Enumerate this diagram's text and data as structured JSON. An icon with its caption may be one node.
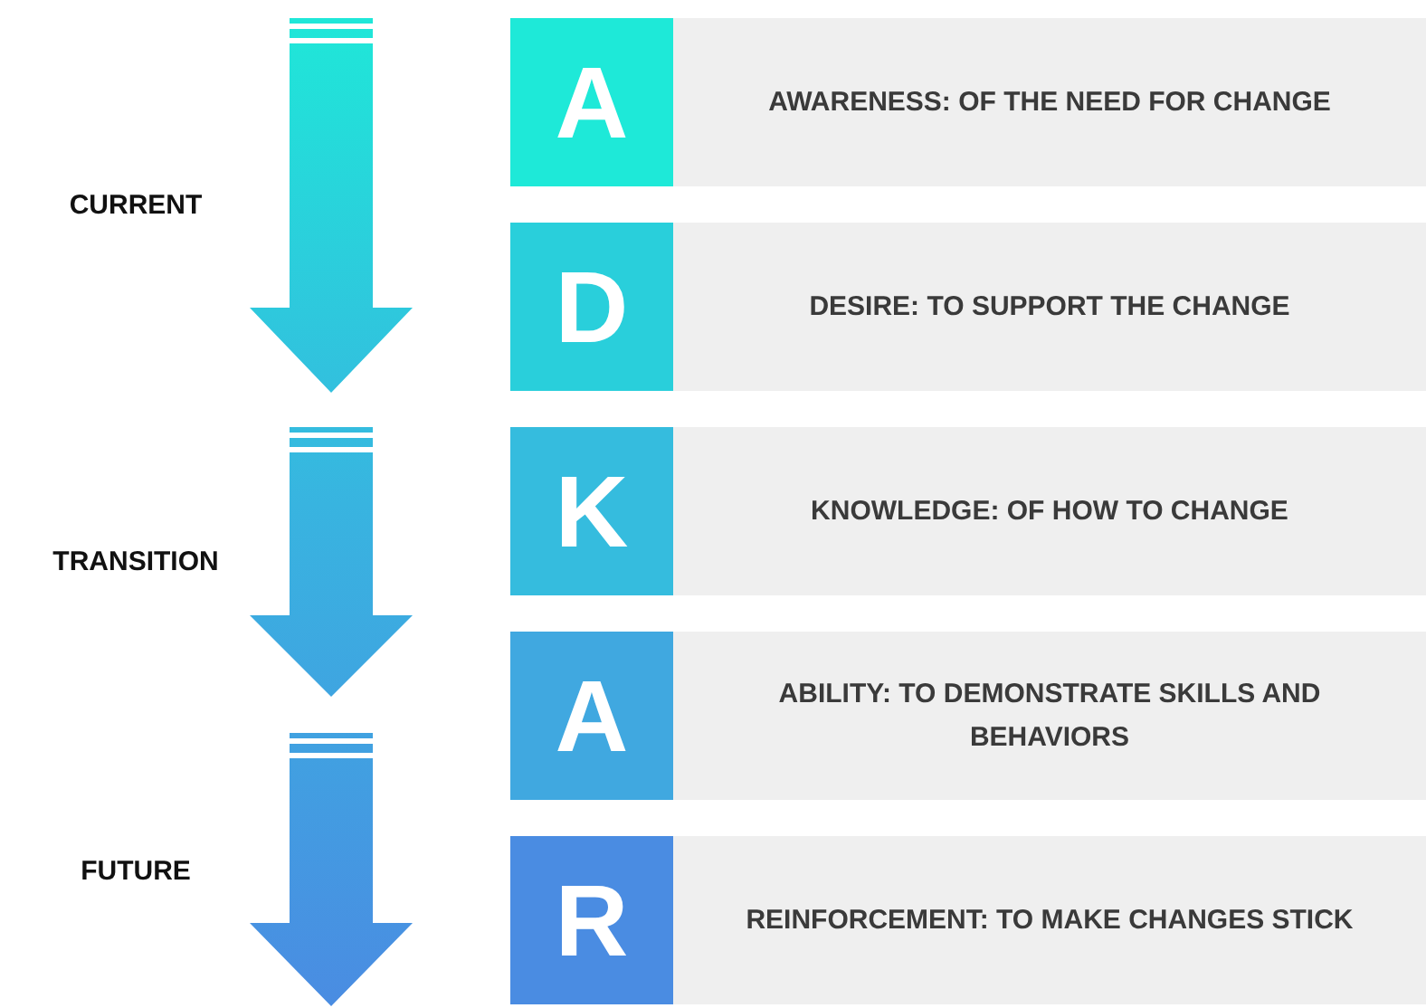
{
  "diagram": {
    "nodes": [
      {
        "text": [
          "A"
        ]
      },
      {
        "text": [
          "AWARENESS: OF THE NEED FOR CHANGE"
        ]
      },
      {
        "text": [
          "D"
        ]
      },
      {
        "text": [
          "DESIRE: TO SUPPORT THE CHANGE"
        ]
      },
      {
        "text": [
          "K"
        ]
      },
      {
        "text": [
          "KNOWLEDGE: OF HOW TO CHANGE"
        ]
      },
      {
        "text": [
          "A"
        ]
      },
      {
        "text": [
          "ABILITY: TO DEMONSTRATE SKILLS AND BEHAVIORS"
        ]
      },
      {
        "text": [
          "R"
        ]
      },
      {
        "text": [
          "REINFORCEMENT: TO MAKE CHANGES STICK"
        ]
      }
    ],
    "labels": [
      "CURRENT",
      "TRANSITION",
      "FUTURE"
    ]
  }
}
